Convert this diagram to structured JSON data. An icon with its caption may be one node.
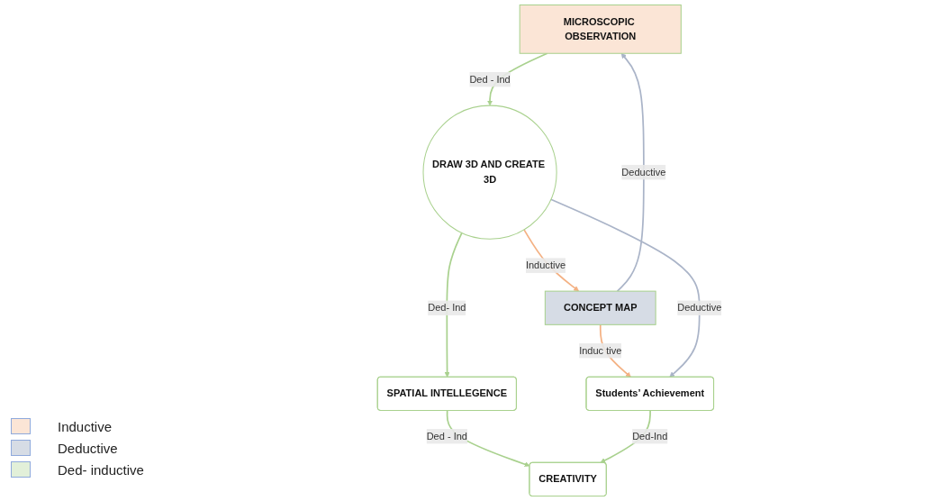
{
  "diagram": {
    "nodes": [
      {
        "text": [
          "MICROSCOPIC OBSERVATION"
        ]
      },
      {
        "text": [
          "CONCEPT MAP"
        ]
      },
      {
        "text": [
          "DRAW 3D AND CREATE 3D"
        ]
      },
      {
        "text": [
          "Students’ Achievement"
        ]
      },
      {
        "text": [
          "SPATIAL INTELLEGENCE"
        ]
      },
      {
        "text": [
          "CREATIVITY"
        ]
      }
    ],
    "edges": [
      {
        "from": 1,
        "to": 0,
        "arrow": "to",
        "label": "Deductive",
        "color": "#aab4c8"
      },
      {
        "from": 0,
        "to": 2,
        "arrow": "to",
        "label": "Ded - Ind",
        "color": "#a9d18e"
      },
      {
        "from": 2,
        "to": 1,
        "arrow": "to",
        "label": "Inductive",
        "color": "#f4b183"
      },
      {
        "from": 1,
        "to": 3,
        "arrow": "to",
        "label": "Induc tive",
        "color": "#f4b183"
      },
      {
        "from": 2,
        "to": 3,
        "arrow": "to",
        "label": "Deductive",
        "color": "#aab4c8"
      },
      {
        "from": 2,
        "to": 4,
        "arrow": "to",
        "label": "Ded- Ind",
        "color": "#a9d18e"
      },
      {
        "from": 4,
        "to": 5,
        "arrow": "to",
        "label": "Ded - Ind",
        "color": "#a9d18e"
      },
      {
        "from": 3,
        "to": 5,
        "arrow": "to",
        "label": "Ded-Ind",
        "color": "#a9d18e"
      }
    ],
    "legend": [
      {
        "text": "Inductive",
        "color": "#fbe5d6"
      },
      {
        "text": "Deductive",
        "color": "#d6dce5"
      },
      {
        "text": "Ded- inductive",
        "color": "#e2f0d9"
      }
    ]
  }
}
